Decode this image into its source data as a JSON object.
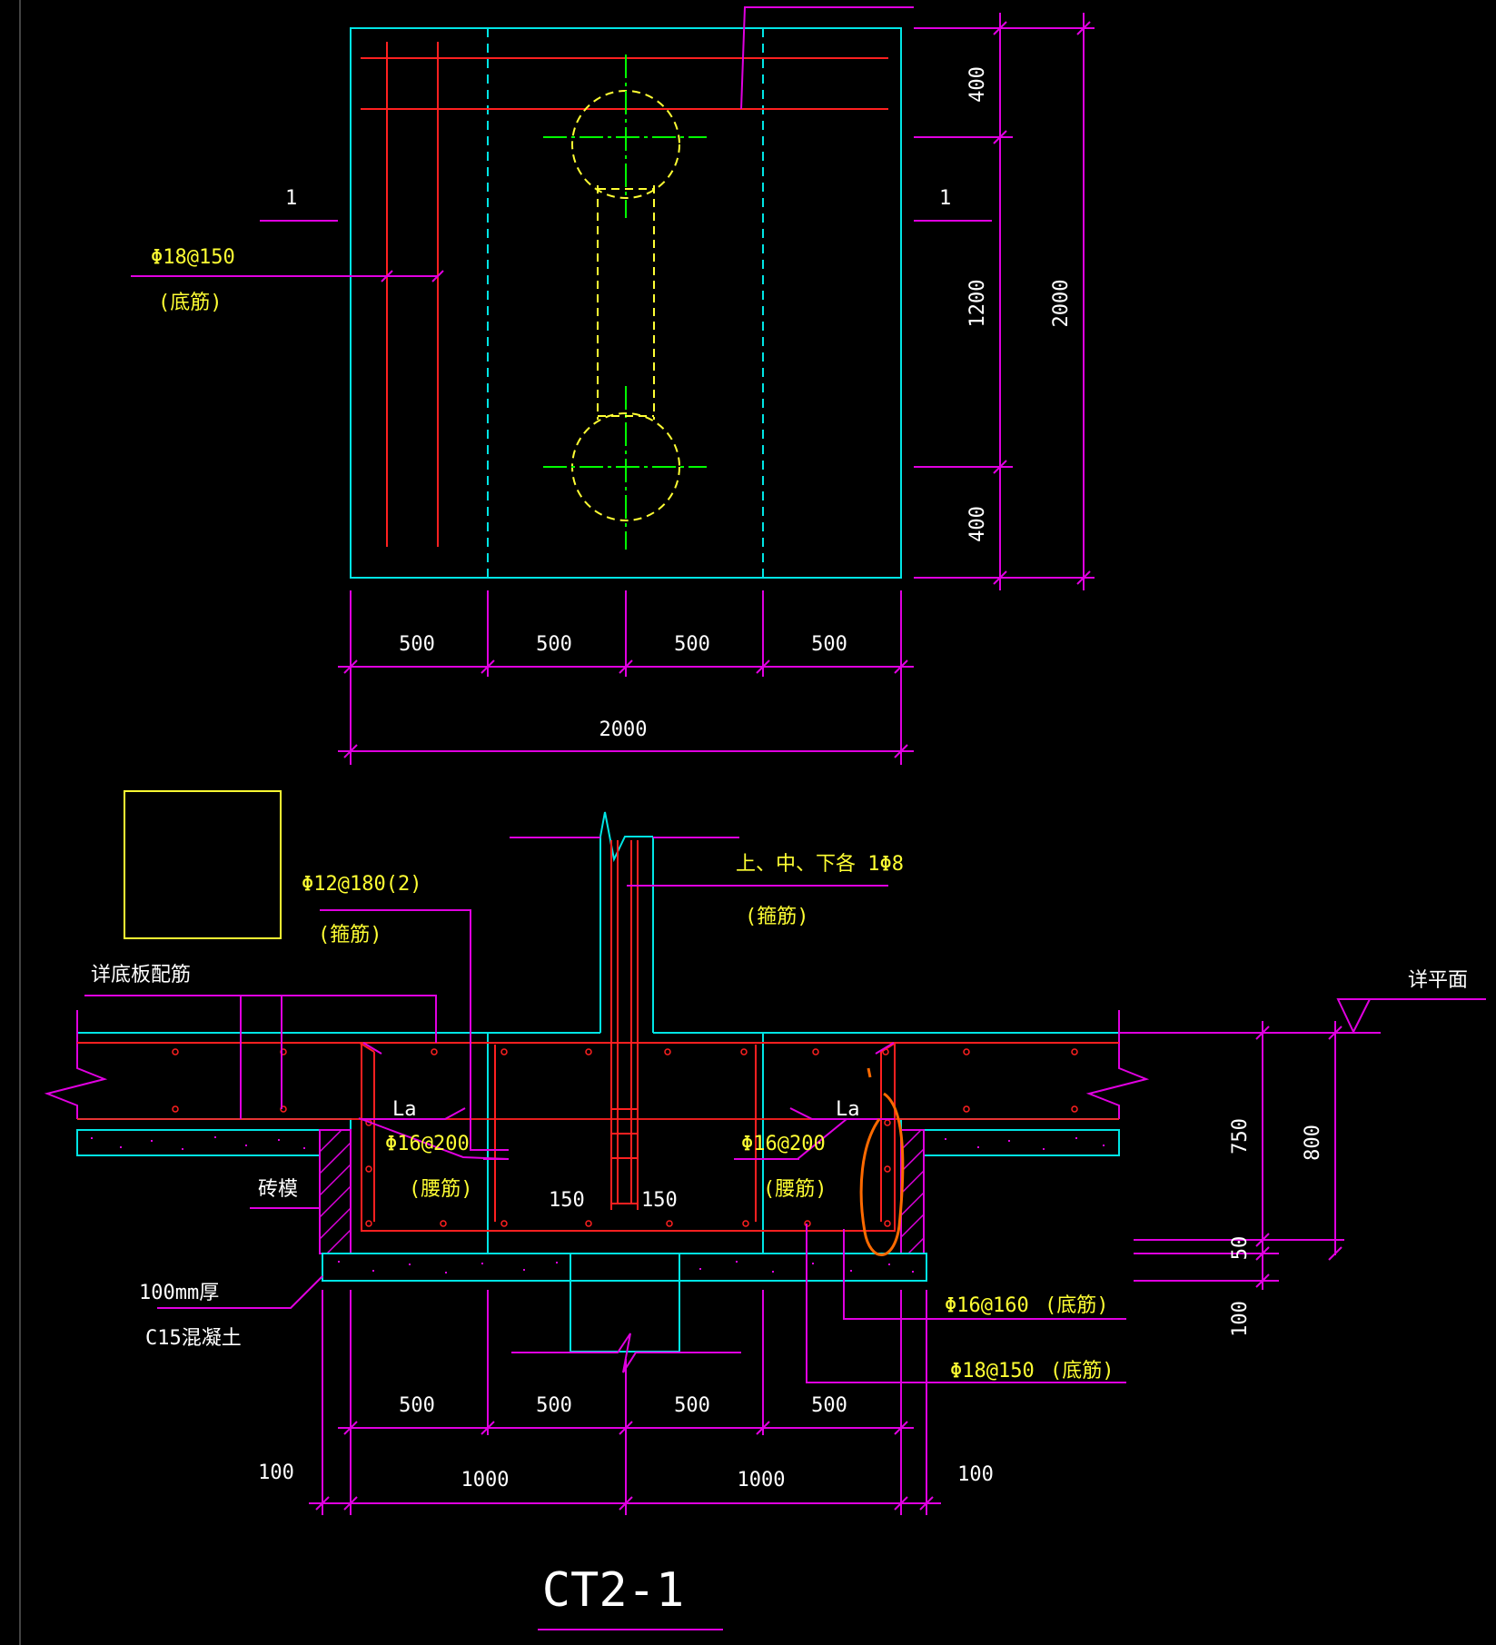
{
  "colors": {
    "background": "#000000",
    "outline": "#00e5e5",
    "dimension": "#e000e0",
    "rebar": "#ff2020",
    "pile": "#ffff33",
    "centerline": "#00ff00",
    "text": "#ffffff",
    "callout": "#ffff33",
    "markup": "#ff6a00"
  },
  "plan": {
    "section_mark_left": "1",
    "section_mark_right": "1",
    "rebar_label": "Φ18@150",
    "rebar_note": "(底筋)",
    "dims_right": [
      "400",
      "1200",
      "400"
    ],
    "dim_right_total": "2000",
    "dims_bottom": [
      "500",
      "500",
      "500",
      "500"
    ],
    "dim_bottom_total": "2000"
  },
  "section": {
    "label_detail_slab": "详底板配筋",
    "label_stirrup": "Φ12@180(2)",
    "label_stirrup_note": "(箍筋)",
    "label_column_stirrup": "上、中、下各 1Φ8",
    "label_column_stirrup_note": "(箍筋)",
    "label_ref_plan": "详平面",
    "label_la_left": "La",
    "label_la_right": "La",
    "label_waist_left": "Φ16@200",
    "label_waist_left_note": "(腰筋)",
    "label_waist_right": "Φ16@200",
    "label_waist_right_note": "(腰筋)",
    "label_offset_left": "150",
    "label_offset_right": "150",
    "label_brick_mold": "砖模",
    "label_concrete_1": "100mm厚",
    "label_concrete_2": "C15混凝土",
    "label_bottom_1": "Φ16@160",
    "label_bottom_1_note": "(底筋)",
    "label_bottom_2": "Φ18@150",
    "label_bottom_2_note": "(底筋)",
    "dims_right": [
      "750",
      "50",
      "100"
    ],
    "dim_right_total": "800",
    "dims_bottom": [
      "500",
      "500",
      "500",
      "500"
    ],
    "dims_bottom_row2": [
      "100",
      "1000",
      "1000",
      "100"
    ]
  },
  "title": "CT2-1"
}
